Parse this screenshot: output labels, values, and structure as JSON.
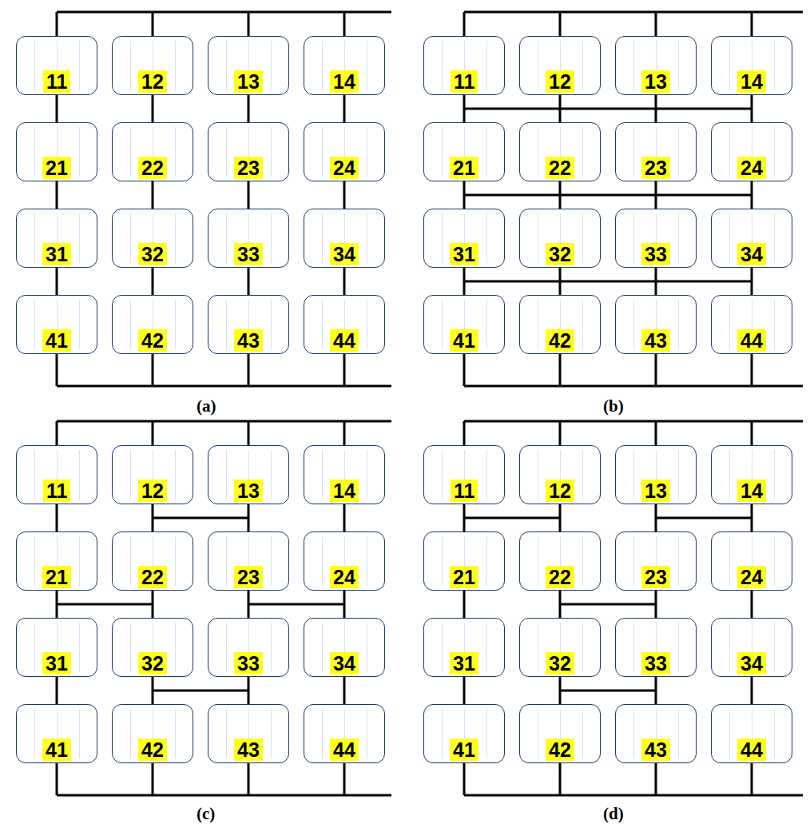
{
  "diagram": {
    "nodes": [
      {
        "text": [
          "11"
        ]
      },
      {
        "text": [
          "12"
        ]
      },
      {
        "text": [
          "13"
        ]
      },
      {
        "text": [
          "14"
        ]
      },
      {
        "text": [
          "21"
        ]
      },
      {
        "text": [
          "22"
        ]
      },
      {
        "text": [
          "23"
        ]
      },
      {
        "text": [
          "24"
        ]
      },
      {
        "text": [
          "31"
        ]
      },
      {
        "text": [
          "32"
        ]
      },
      {
        "text": [
          "33"
        ]
      },
      {
        "text": [
          "34"
        ]
      },
      {
        "text": [
          "41"
        ]
      },
      {
        "text": [
          "42"
        ]
      },
      {
        "text": [
          "43"
        ]
      },
      {
        "text": [
          "44"
        ]
      },
      {
        "text": [
          "11"
        ]
      },
      {
        "text": [
          "12"
        ]
      },
      {
        "text": [
          "13"
        ]
      },
      {
        "text": [
          "14"
        ]
      },
      {
        "text": [
          "21"
        ]
      },
      {
        "text": [
          "22"
        ]
      },
      {
        "text": [
          "23"
        ]
      },
      {
        "text": [
          "24"
        ]
      },
      {
        "text": [
          "31"
        ]
      },
      {
        "text": [
          "32"
        ]
      },
      {
        "text": [
          "33"
        ]
      },
      {
        "text": [
          "34"
        ]
      },
      {
        "text": [
          "41"
        ]
      },
      {
        "text": [
          "42"
        ]
      },
      {
        "text": [
          "43"
        ]
      },
      {
        "text": [
          "44"
        ]
      },
      {
        "text": [
          "11"
        ]
      },
      {
        "text": [
          "12"
        ]
      },
      {
        "text": [
          "13"
        ]
      },
      {
        "text": [
          "14"
        ]
      },
      {
        "text": [
          "21"
        ]
      },
      {
        "text": [
          "22"
        ]
      },
      {
        "text": [
          "23"
        ]
      },
      {
        "text": [
          "24"
        ]
      },
      {
        "text": [
          "31"
        ]
      },
      {
        "text": [
          "32"
        ]
      },
      {
        "text": [
          "33"
        ]
      },
      {
        "text": [
          "34"
        ]
      },
      {
        "text": [
          "41"
        ]
      },
      {
        "text": [
          "42"
        ]
      },
      {
        "text": [
          "43"
        ]
      },
      {
        "text": [
          "44"
        ]
      },
      {
        "text": [
          "11"
        ]
      },
      {
        "text": [
          "12"
        ]
      },
      {
        "text": [
          "13"
        ]
      },
      {
        "text": [
          "14"
        ]
      },
      {
        "text": [
          "21"
        ]
      },
      {
        "text": [
          "22"
        ]
      },
      {
        "text": [
          "23"
        ]
      },
      {
        "text": [
          "24"
        ]
      },
      {
        "text": [
          "31"
        ]
      },
      {
        "text": [
          "32"
        ]
      },
      {
        "text": [
          "33"
        ]
      },
      {
        "text": [
          "34"
        ]
      },
      {
        "text": [
          "41"
        ]
      },
      {
        "text": [
          "42"
        ]
      },
      {
        "text": [
          "43"
        ]
      },
      {
        "text": [
          "44"
        ]
      }
    ],
    "edges": [
      {
        "from": 0,
        "to": 4,
        "arrow": "none"
      },
      {
        "from": 1,
        "to": 5,
        "arrow": "none"
      },
      {
        "from": 2,
        "to": 6,
        "arrow": "none"
      },
      {
        "from": 3,
        "to": 7,
        "arrow": "none"
      },
      {
        "from": 4,
        "to": 8,
        "arrow": "none"
      },
      {
        "from": 5,
        "to": 9,
        "arrow": "none"
      },
      {
        "from": 6,
        "to": 10,
        "arrow": "none"
      },
      {
        "from": 7,
        "to": 11,
        "arrow": "none"
      },
      {
        "from": 8,
        "to": 12,
        "arrow": "none"
      },
      {
        "from": 9,
        "to": 13,
        "arrow": "none"
      },
      {
        "from": 10,
        "to": 14,
        "arrow": "none"
      },
      {
        "from": 11,
        "to": 15,
        "arrow": "none"
      },
      {
        "from": 16,
        "to": 20,
        "arrow": "none"
      },
      {
        "from": 17,
        "to": 21,
        "arrow": "none"
      },
      {
        "from": 18,
        "to": 22,
        "arrow": "none"
      },
      {
        "from": 19,
        "to": 23,
        "arrow": "none"
      },
      {
        "from": 20,
        "to": 24,
        "arrow": "none"
      },
      {
        "from": 21,
        "to": 25,
        "arrow": "none"
      },
      {
        "from": 22,
        "to": 26,
        "arrow": "none"
      },
      {
        "from": 23,
        "to": 27,
        "arrow": "none"
      },
      {
        "from": 24,
        "to": 28,
        "arrow": "none"
      },
      {
        "from": 25,
        "to": 29,
        "arrow": "none"
      },
      {
        "from": 26,
        "to": 30,
        "arrow": "none"
      },
      {
        "from": 27,
        "to": 31,
        "arrow": "none"
      },
      {
        "from": 32,
        "to": 36,
        "arrow": "none"
      },
      {
        "from": 33,
        "to": 37,
        "arrow": "none"
      },
      {
        "from": 34,
        "to": 38,
        "arrow": "none"
      },
      {
        "from": 35,
        "to": 39,
        "arrow": "none"
      },
      {
        "from": 36,
        "to": 40,
        "arrow": "none"
      },
      {
        "from": 37,
        "to": 41,
        "arrow": "none"
      },
      {
        "from": 38,
        "to": 42,
        "arrow": "none"
      },
      {
        "from": 39,
        "to": 43,
        "arrow": "none"
      },
      {
        "from": 40,
        "to": 44,
        "arrow": "none"
      },
      {
        "from": 41,
        "to": 45,
        "arrow": "none"
      },
      {
        "from": 42,
        "to": 46,
        "arrow": "none"
      },
      {
        "from": 43,
        "to": 47,
        "arrow": "none"
      },
      {
        "from": 48,
        "to": 52,
        "arrow": "none"
      },
      {
        "from": 49,
        "to": 53,
        "arrow": "none"
      },
      {
        "from": 50,
        "to": 54,
        "arrow": "none"
      },
      {
        "from": 51,
        "to": 55,
        "arrow": "none"
      },
      {
        "from": 52,
        "to": 56,
        "arrow": "none"
      },
      {
        "from": 53,
        "to": 57,
        "arrow": "none"
      },
      {
        "from": 54,
        "to": 58,
        "arrow": "none"
      },
      {
        "from": 55,
        "to": 59,
        "arrow": "none"
      },
      {
        "from": 56,
        "to": 60,
        "arrow": "none"
      },
      {
        "from": 57,
        "to": 61,
        "arrow": "none"
      },
      {
        "from": 58,
        "to": 62,
        "arrow": "none"
      },
      {
        "from": 59,
        "to": 63,
        "arrow": "none"
      }
    ],
    "labels": [
      "(a)",
      "(b)",
      "(c)",
      "(d)"
    ]
  }
}
